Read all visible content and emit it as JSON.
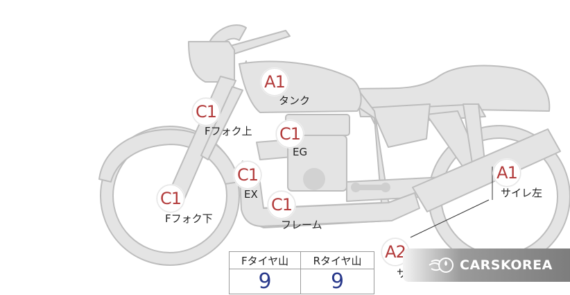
{
  "parts": [
    {
      "id": "tank",
      "grade": "A1",
      "label": "タンク"
    },
    {
      "id": "fork-upper",
      "grade": "C1",
      "label": "Fフォク上"
    },
    {
      "id": "engine",
      "grade": "C1",
      "label": "EG"
    },
    {
      "id": "exhaust",
      "grade": "C1",
      "label": "EX"
    },
    {
      "id": "fork-lower",
      "grade": "C1",
      "label": "Fフォク下"
    },
    {
      "id": "frame",
      "grade": "C1",
      "label": "フレーム"
    },
    {
      "id": "muffler-left",
      "grade": "A1",
      "label": "サイレ左"
    },
    {
      "id": "side",
      "grade": "A2",
      "label": "サ"
    }
  ],
  "tread": {
    "front_label": "Fタイヤ山",
    "rear_label": "Rタイヤ山",
    "front_value": "9",
    "rear_value": "9"
  },
  "brand": {
    "name": "CARSKOREA",
    "logo_icon": "flame-circle-icon"
  },
  "colors": {
    "grade_text": "#b23a3a",
    "tread_value": "#2a3a8c",
    "bike_fill": "#e4e4e4",
    "bike_stroke": "#bdbdbd"
  }
}
